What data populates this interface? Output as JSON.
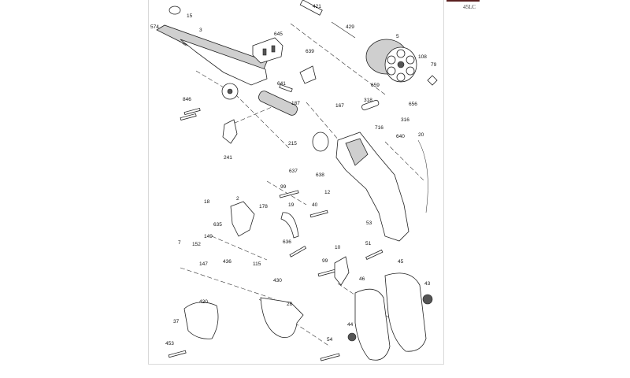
{
  "corner_code": "45LC",
  "labels": [
    "15",
    "574",
    "3",
    "645",
    "421",
    "429",
    "5",
    "108",
    "79",
    "639",
    "641",
    "187",
    "659",
    "318",
    "656",
    "846",
    "167",
    "316",
    "716",
    "241",
    "640",
    "20",
    "215",
    "637",
    "638",
    "99",
    "2",
    "178",
    "19",
    "40",
    "12",
    "18",
    "635",
    "53",
    "149",
    "636",
    "7",
    "152",
    "147",
    "436",
    "115",
    "51",
    "10",
    "99",
    "430",
    "45",
    "46",
    "43",
    "420",
    "26",
    "37",
    "44",
    "453",
    "54"
  ],
  "colors": {
    "accent_bar": "#5a1f1f",
    "line": "#222222",
    "panel_border": "#d9d9d9"
  }
}
